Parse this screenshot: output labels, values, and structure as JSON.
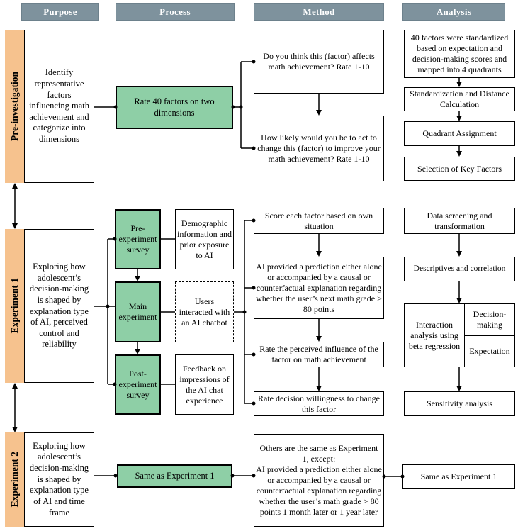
{
  "headers": {
    "purpose": "Purpose",
    "process": "Process",
    "method": "Method",
    "analysis": "Analysis"
  },
  "colors": {
    "header_bg": "#7e929d",
    "row_label_bg": "#f6c28e",
    "process_green": "#8ecfa6",
    "connector": "#000000"
  },
  "pre_investigation": {
    "row_label": "Pre-investigation",
    "purpose": "Identify representative factors influencing math achievement and categorize into dimensions",
    "process": "Rate 40 factors on two dimensions",
    "method": [
      "Do you think this (factor) affects math achievement? Rate 1-10",
      "How likely would you be to act to change this (factor) to improve your math achievement? Rate 1-10"
    ],
    "analysis": [
      "40 factors were standardized based on expectation and decision-making scores and mapped into 4 quadrants",
      "Standardization and Distance Calculation",
      "Quadrant Assignment",
      "Selection of Key Factors"
    ]
  },
  "experiment_1": {
    "row_label": "Experiment 1",
    "purpose": "Exploring how adolescent’s decision-making is shaped by explanation type of AI, perceived control and reliability",
    "process_steps": [
      {
        "label": "Pre-experiment survey",
        "detail": "Demographic information and prior exposure to AI"
      },
      {
        "label": "Main experiment",
        "detail": "Users interacted with an AI chatbot"
      },
      {
        "label": "Post-experiment survey",
        "detail": "Feedback on impressions of the AI chat experience"
      }
    ],
    "method": [
      "Score each factor based on own situation",
      "AI provided a prediction either alone or accompanied by a causal or counterfactual explanation regarding whether the user’s next math grade > 80 points",
      "Rate the perceived influence of the factor on math achievement",
      "Rate decision willingness to change this factor"
    ],
    "analysis": {
      "step_1": "Data screening and transformation",
      "step_2": "Descriptives and correlation",
      "interaction_main": "Interaction analysis using beta regression",
      "interaction_sub_1": "Decision-making",
      "interaction_sub_2": "Expectation",
      "step_4": "Sensitivity analysis"
    }
  },
  "experiment_2": {
    "row_label": "Experiment 2",
    "purpose": "Exploring how adolescent’s decision-making is shaped by explanation type of AI and time frame",
    "process": "Same as Experiment 1",
    "method": [
      "Others are the same as Experiment 1, except:",
      "AI provided a prediction either alone or accompanied by a causal or counterfactual explanation regarding whether the user’s math grade > 80 points 1 month later or 1 year later"
    ],
    "analysis": "Same as Experiment 1"
  }
}
